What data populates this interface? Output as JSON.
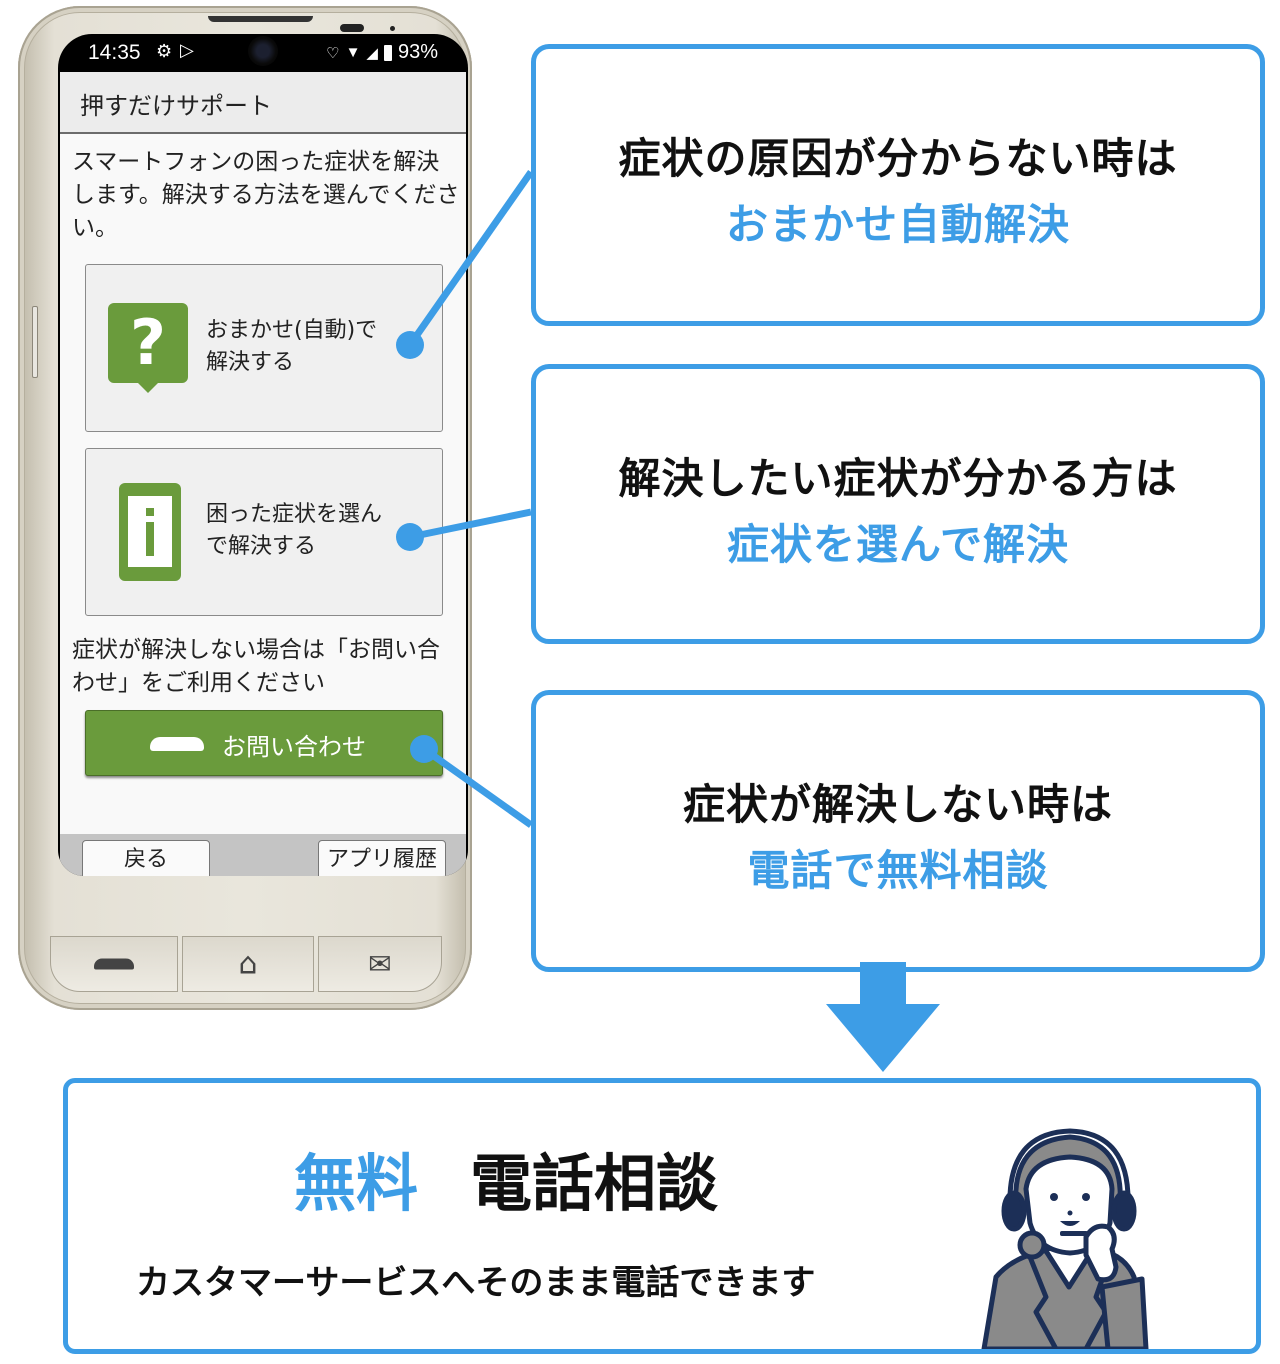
{
  "phone": {
    "statusbar": {
      "time": "14:35",
      "battery": "93%",
      "icons": [
        "gear-icon",
        "play-store-icon",
        "heart-hand-icon",
        "wifi-icon",
        "signal-icon",
        "battery-icon"
      ]
    },
    "app_title": "押すだけサポート",
    "intro_text": "スマートフォンの困った症状を解決します。解決する方法を選んでください。",
    "options": [
      {
        "icon": "question-bubble-icon",
        "label_line1": "おまかせ(自動)で",
        "label_line2": "解決する"
      },
      {
        "icon": "info-phone-icon",
        "label_line1": "困った症状を選ん",
        "label_line2": "で解決する"
      }
    ],
    "note_text": "症状が解決しない場合は「お問い合わせ」をご利用ください",
    "contact_button": {
      "icon": "phone-handset-icon",
      "label": "お問い合わせ"
    },
    "navbar": {
      "back_label": "戻る",
      "history_label": "アプリ履歴"
    },
    "hardware_keys": [
      "phone-icon",
      "home-icon",
      "mail-icon"
    ]
  },
  "callouts": [
    {
      "line1": "症状の原因が分からない時は",
      "line2": "おまかせ自動解決"
    },
    {
      "line1": "解決したい症状が分かる方は",
      "line2": "症状を選んで解決"
    },
    {
      "line1": "症状が解決しない時は",
      "line2": "電話で無料相談"
    }
  ],
  "bottom_panel": {
    "title_highlight": "無料",
    "title_main": "電話相談",
    "subtitle": "カスタマーサービスへそのまま電話できます",
    "illustration": "operator-headset-illustration"
  },
  "colors": {
    "accent_blue": "#3d9de6",
    "button_green": "#6a9b3c",
    "phone_body": "#e6e2d7",
    "operator_navy": "#1c2f57",
    "operator_gray": "#8a8a8a"
  }
}
